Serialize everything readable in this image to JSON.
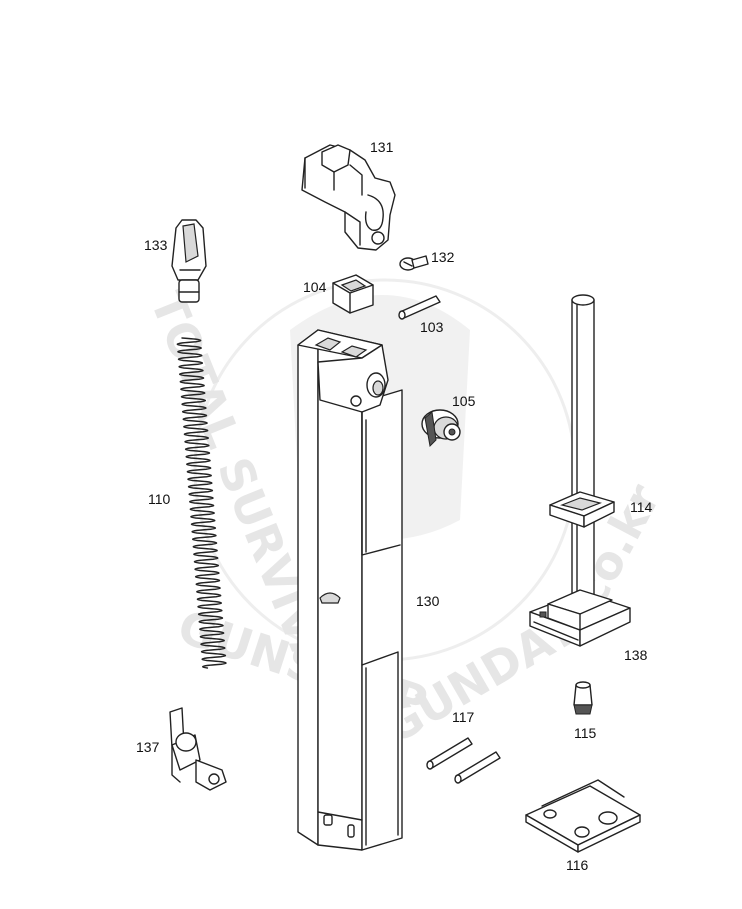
{
  "watermark": {
    "left_text": "TOTAL SURVIVAL",
    "middle_text": "GUNSHOP",
    "right_text": "GUNDAY",
    "suffix_text": "co.kr",
    "color": "#e6e6e6"
  },
  "parts": [
    {
      "id": "p131",
      "label": "131"
    },
    {
      "id": "p133",
      "label": "133"
    },
    {
      "id": "p132",
      "label": "132"
    },
    {
      "id": "p104",
      "label": "104"
    },
    {
      "id": "p103",
      "label": "103"
    },
    {
      "id": "p105",
      "label": "105"
    },
    {
      "id": "p110",
      "label": "110"
    },
    {
      "id": "p114",
      "label": "114"
    },
    {
      "id": "p130",
      "label": "130"
    },
    {
      "id": "p138",
      "label": "138"
    },
    {
      "id": "p115",
      "label": "115"
    },
    {
      "id": "p137",
      "label": "137"
    },
    {
      "id": "p117",
      "label": "117"
    },
    {
      "id": "p116",
      "label": "116"
    }
  ]
}
